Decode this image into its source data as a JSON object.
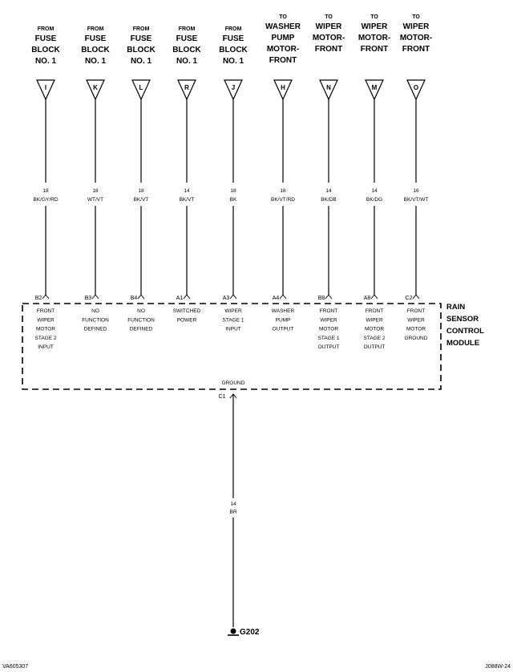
{
  "columns": [
    {
      "from": "FROM",
      "source": [
        "FUSE",
        "BLOCK",
        "NO. 1"
      ],
      "pin": "I",
      "gauge": "18",
      "color": "BK/GY/RD",
      "cavity": "B2",
      "function": [
        "FRONT",
        "WIPER",
        "MOTOR",
        "STAGE 2",
        "INPUT"
      ]
    },
    {
      "from": "FROM",
      "source": [
        "FUSE",
        "BLOCK",
        "NO. 1"
      ],
      "pin": "K",
      "gauge": "18",
      "color": "WT/VT",
      "cavity": "B3",
      "function": [
        "NO",
        "FUNCTION",
        "DEFINED"
      ]
    },
    {
      "from": "FROM",
      "source": [
        "FUSE",
        "BLOCK",
        "NO. 1"
      ],
      "pin": "L",
      "gauge": "18",
      "color": "BK/VT",
      "cavity": "B4",
      "function": [
        "NO",
        "FUNCTION",
        "DEFINED"
      ]
    },
    {
      "from": "FROM",
      "source": [
        "FUSE",
        "BLOCK",
        "NO. 1"
      ],
      "pin": "R",
      "gauge": "14",
      "color": "BK/VT",
      "cavity": "A1",
      "function": [
        "SWITCHED",
        "POWER"
      ]
    },
    {
      "from": "FROM",
      "source": [
        "FUSE",
        "BLOCK",
        "NO. 1"
      ],
      "pin": "J",
      "gauge": "18",
      "color": "BK",
      "cavity": "A3",
      "function": [
        "WIPER",
        "STAGE 1",
        "INPUT"
      ]
    },
    {
      "from": "TO",
      "source": [
        "WASHER",
        "PUMP",
        "MOTOR-",
        "FRONT"
      ],
      "pin": "H",
      "gauge": "16",
      "color": "BK/VT/RD",
      "cavity": "A4",
      "function": [
        "WASHER",
        "PUMP",
        "OUTPUT"
      ]
    },
    {
      "from": "TO",
      "source": [
        "WIPER",
        "MOTOR-",
        "FRONT"
      ],
      "pin": "N",
      "gauge": "14",
      "color": "BK/DB",
      "cavity": "B8",
      "function": [
        "FRONT",
        "WIPER",
        "MOTOR",
        "STAGE 1",
        "OUTPUT"
      ]
    },
    {
      "from": "TO",
      "source": [
        "WIPER",
        "MOTOR-",
        "FRONT"
      ],
      "pin": "M",
      "gauge": "14",
      "color": "BK/DG",
      "cavity": "A8",
      "function": [
        "FRONT",
        "WIPER",
        "MOTOR",
        "STAGE 2",
        "OUTPUT"
      ]
    },
    {
      "from": "TO",
      "source": [
        "WIPER",
        "MOTOR-",
        "FRONT"
      ],
      "pin": "O",
      "gauge": "16",
      "color": "BK/VT/WT",
      "cavity": "C2",
      "function": [
        "FRONT",
        "WIPER",
        "MOTOR",
        "GROUND"
      ]
    }
  ],
  "module": {
    "name": [
      "RAIN",
      "SENSOR",
      "CONTROL",
      "MODULE"
    ]
  },
  "ground": {
    "label": "GROUND",
    "cavity": "C1",
    "gauge": "14",
    "color": "BR",
    "point": "G202"
  },
  "captions": {
    "left": "VA605307",
    "right": "J088W-24"
  },
  "colors": {
    "line": "#000000",
    "background": "#ffffff"
  }
}
